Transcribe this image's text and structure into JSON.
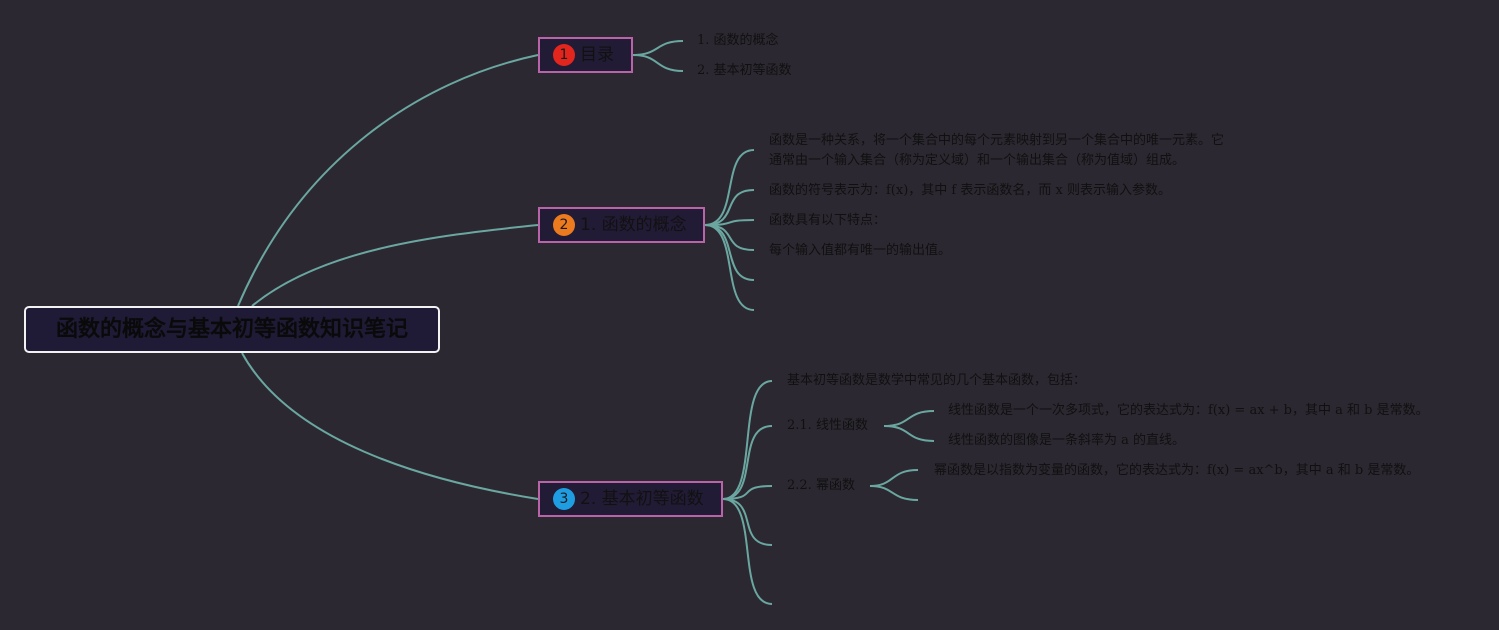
{
  "mindmap": {
    "root": "函数的概念与基本初等函数知识笔记",
    "topics": [
      {
        "badge": "1",
        "badge_color": "#e2261e",
        "label": "目录",
        "children": [
          "1. 函数的概念",
          "2. 基本初等函数"
        ]
      },
      {
        "badge": "2",
        "badge_color": "#ec7a1e",
        "label": "1. 函数的概念",
        "children": [
          "函数是一种关系，将一个集合中的每个元素映射到另一个集合中的唯一元素。它",
          "通常由一个输入集合（称为定义域）和一个输出集合（称为值域）组成。",
          "函数的符号表示为：f(x)，其中 f 表示函数名，而 x 则表示输入参数。",
          "函数具有以下特点：",
          "每个输入值都有唯一的输出值。"
        ]
      },
      {
        "badge": "3",
        "badge_color": "#1e9de2",
        "label": "2. 基本初等函数",
        "children": [
          "基本初等函数是数学中常见的几个基本函数，包括：",
          "2.1. 线性函数",
          "2.2. 幂函数"
        ],
        "linear": [
          "线性函数是一个一次多项式，它的表达式为：f(x) = ax + b，其中 a 和 b 是常数。",
          "线性函数的图像是一条斜率为 a 的直线。"
        ],
        "power": [
          "幂函数是以指数为变量的函数，它的表达式为：f(x) = ax^b，其中 a 和 b 是常数。"
        ]
      }
    ]
  },
  "colors": {
    "background": "#2c2831",
    "connector": "#6aa7a0",
    "topic_border": "#b964a8",
    "root_border": "#f2f2f2"
  }
}
